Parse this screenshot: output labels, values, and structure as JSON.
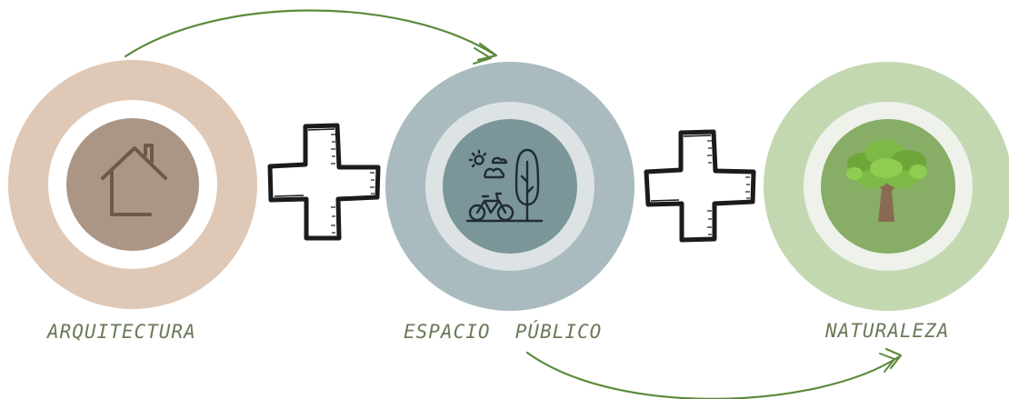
{
  "labels": {
    "arquitectura": "ARQUITECTURA",
    "espacio_publico": "ESPACIO  PÚBLICO",
    "naturaleza": "NATURALEZA"
  },
  "colors": {
    "arquitectura_outer": "#dfc8b5",
    "arquitectura_inner": "#ab9584",
    "espacio_outer": "#a9bbbf",
    "espacio_inner": "#7b9699",
    "naturaleza_outer": "#c3d8b1",
    "naturaleza_inner": "#88ad66",
    "ring_white": "#ffffff",
    "arrow": "#5d8a3a",
    "label_text": "#6a7a5a"
  },
  "icons": {
    "arquitectura": "house-icon",
    "espacio_publico": "park-bicycle-icon",
    "naturaleza": "tree-icon",
    "connector": "plus-icon",
    "flow": "curved-arrow-icon"
  }
}
